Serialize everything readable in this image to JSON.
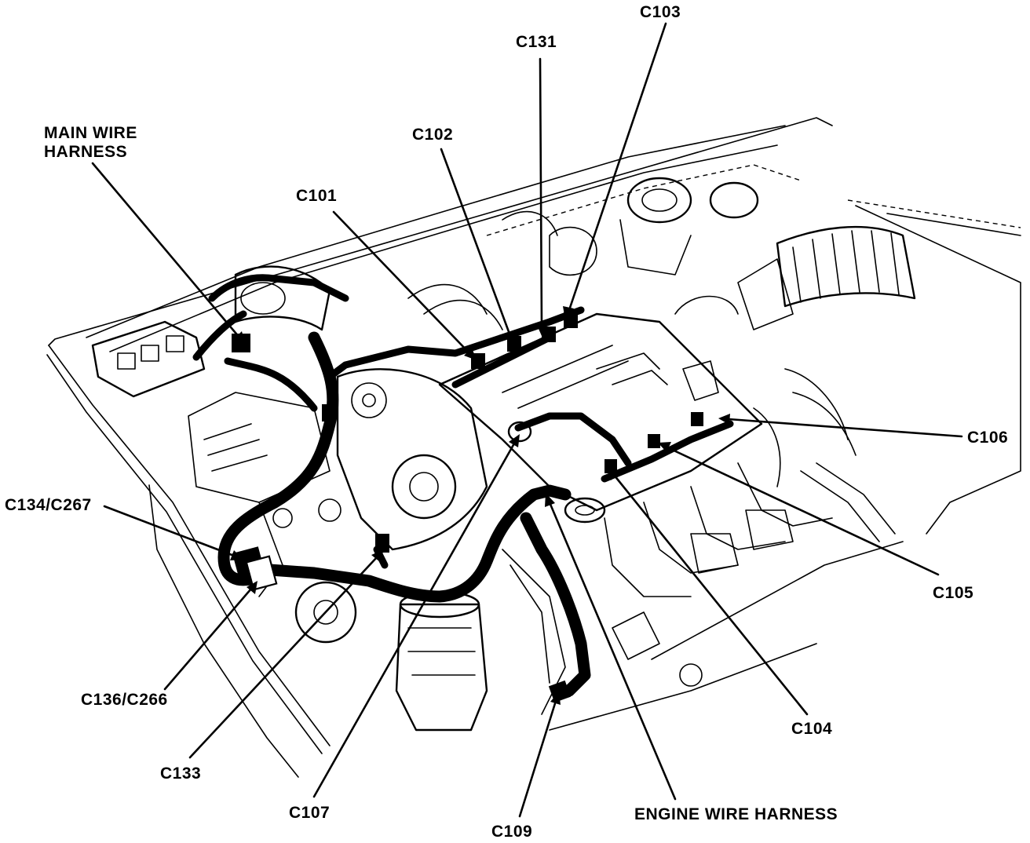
{
  "labels": {
    "c103": "C103",
    "c131": "C131",
    "main_harness_line1": "MAIN WIRE",
    "main_harness_line2": "HARNESS",
    "c102": "C102",
    "c101": "C101",
    "c106": "C106",
    "c134_c267": "C134/C267",
    "c105": "C105",
    "c136_c266": "C136/C266",
    "c104": "C104",
    "c133": "C133",
    "c107": "C107",
    "engine_harness": "ENGINE WIRE HARNESS",
    "c109": "C109"
  }
}
